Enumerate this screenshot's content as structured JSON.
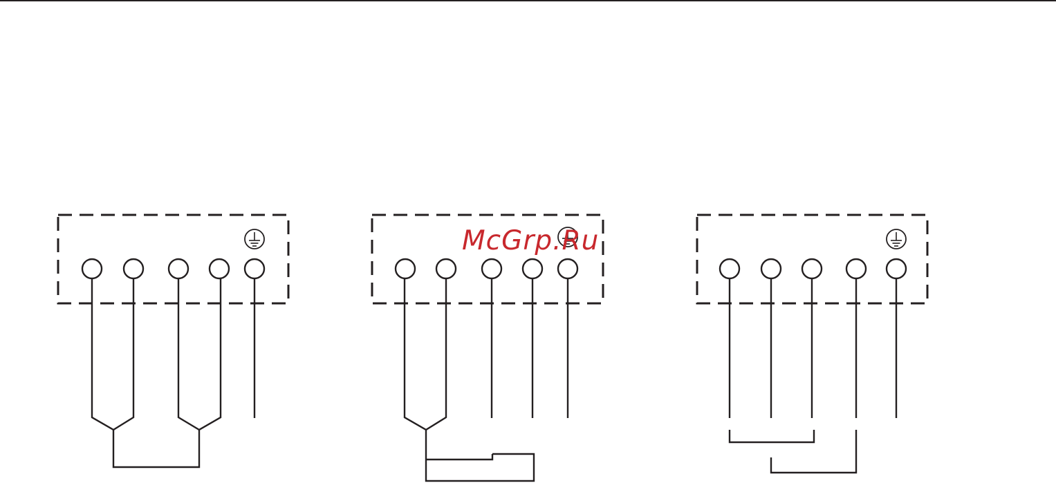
{
  "watermark": {
    "text": "McGrp.Ru",
    "color": "#c8282d"
  },
  "colors": {
    "line": "#231f20",
    "background": "#ffffff"
  },
  "diagrams": [
    {
      "name": "diagram-1",
      "terminal_count": 5,
      "ground_symbol": "earth-ground-icon"
    },
    {
      "name": "diagram-2",
      "terminal_count": 5,
      "ground_symbol": "earth-ground-icon"
    },
    {
      "name": "diagram-3",
      "terminal_count": 5,
      "ground_symbol": "earth-ground-icon"
    }
  ]
}
